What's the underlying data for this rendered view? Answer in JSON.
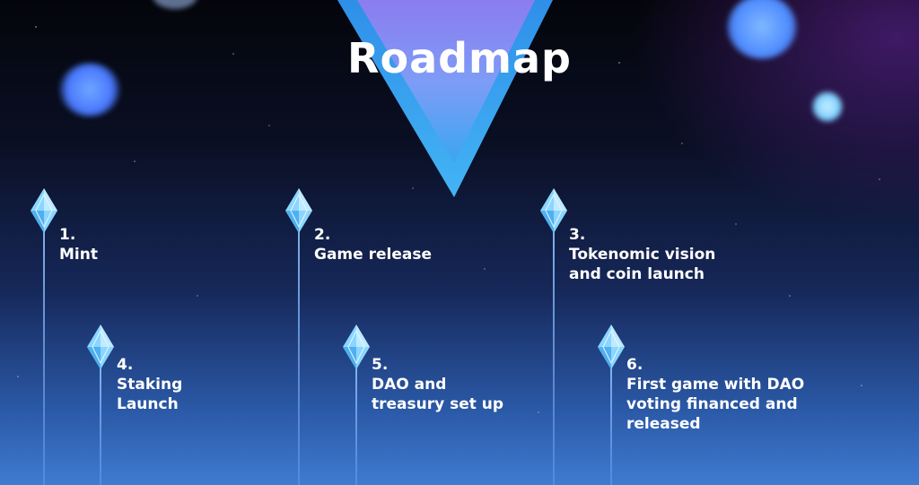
{
  "title": "Roadmap",
  "milestones": [
    {
      "num": "1.",
      "line1": "Mint",
      "line2": "",
      "line3": "",
      "icon": "diamond-icon"
    },
    {
      "num": "2.",
      "line1": "Game release",
      "line2": "",
      "line3": "",
      "icon": "diamond-icon"
    },
    {
      "num": "3.",
      "line1": "Tokenomic vision",
      "line2": "and coin launch",
      "line3": "",
      "icon": "diamond-icon"
    },
    {
      "num": "4.",
      "line1": "Staking",
      "line2": "Launch",
      "line3": "",
      "icon": "diamond-icon"
    },
    {
      "num": "5.",
      "line1": "DAO and",
      "line2": "treasury set up",
      "line3": "",
      "icon": "diamond-icon"
    },
    {
      "num": "6.",
      "line1": "First game with DAO",
      "line2": "voting financed and",
      "line3": "released",
      "icon": "diamond-icon"
    }
  ],
  "colors": {
    "triangle_top": "#9b8cf2",
    "triangle_bottom": "#2a9cf0",
    "gem": "#7fd4ff",
    "text": "#ffffff"
  }
}
